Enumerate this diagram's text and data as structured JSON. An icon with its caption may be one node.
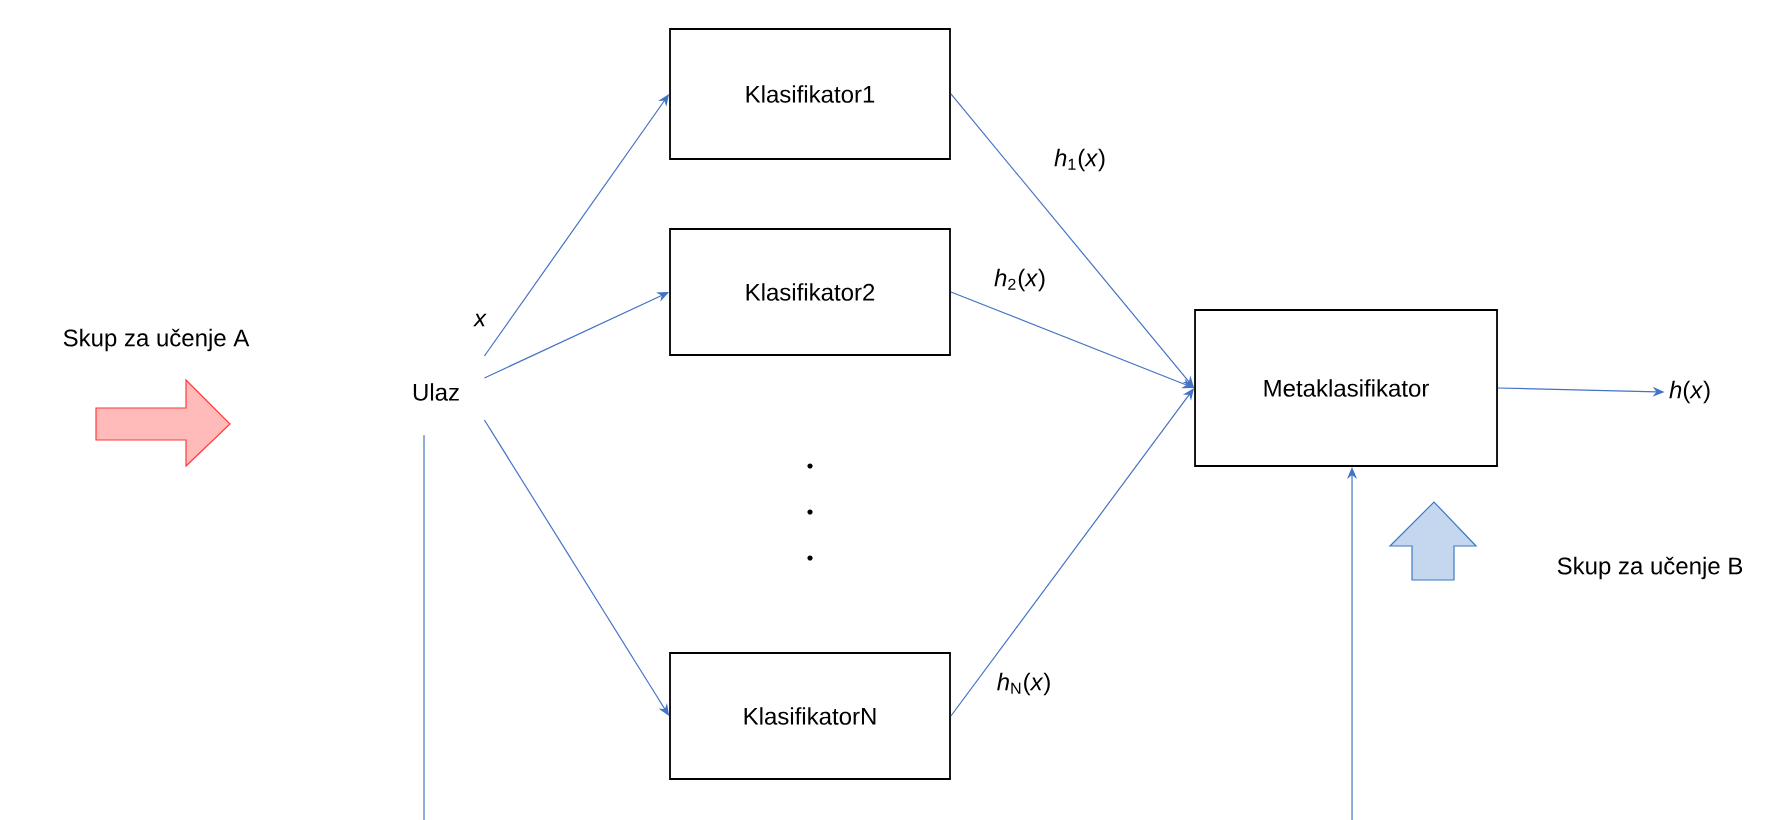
{
  "diagram": {
    "nodes": [
      {
        "text": [
          "Ulaz"
        ]
      },
      {
        "text": [
          "Klasifikator1"
        ]
      },
      {
        "text": [
          "Klasifikator2"
        ]
      },
      {
        "text": [
          "KlasifikatorN"
        ]
      },
      {
        "text": [
          "Metaklasifikator"
        ]
      },
      {
        "text": [
          "*h*(*x*)"
        ]
      }
    ],
    "edges": [
      {
        "from": 0,
        "to": 1,
        "arrow": "to"
      },
      {
        "from": 0,
        "to": 2,
        "arrow": "to"
      },
      {
        "from": 0,
        "to": 3,
        "arrow": "to"
      },
      {
        "from": 1,
        "to": 4,
        "arrow": "to",
        "label": "*h*$_{1}$(*x*)"
      },
      {
        "from": 2,
        "to": 4,
        "arrow": "to",
        "label": "*h*$_{2}$(*x*)"
      },
      {
        "from": 3,
        "to": 4,
        "arrow": "to",
        "label": "*h*$_{N}$(*x*)"
      },
      {
        "from": 4,
        "to": 5,
        "arrow": "to"
      },
      {
        "from": 0,
        "to": null,
        "arrow": "none"
      },
      {
        "from": null,
        "to": 4,
        "arrow": "to"
      }
    ],
    "labels": [
      "Skup za učenje A",
      "x",
      "Skup za učenje B"
    ]
  }
}
